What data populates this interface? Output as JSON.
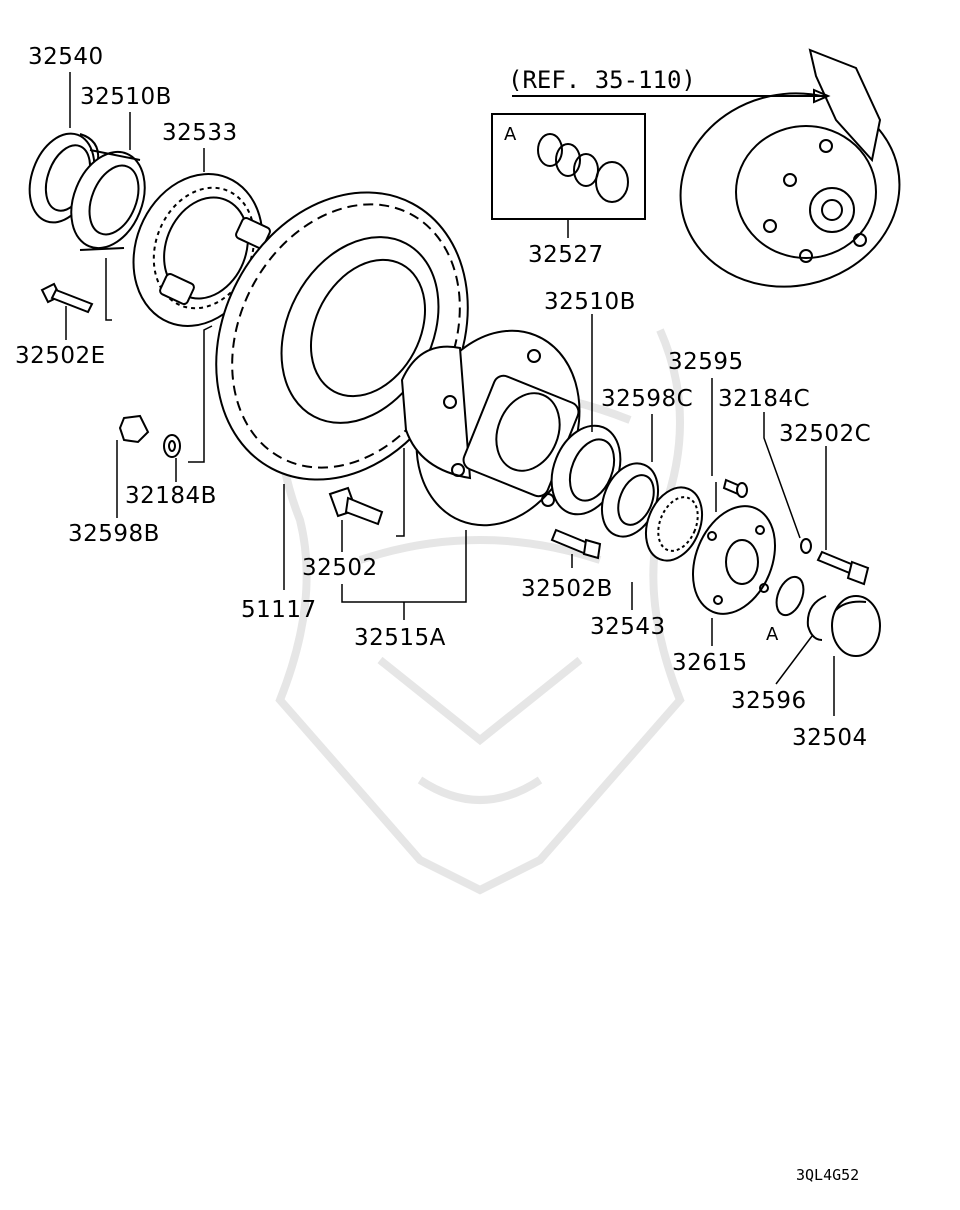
{
  "diagram": {
    "reference_note": "(REF. 35-110)",
    "group_letter": "A",
    "drawing_code": "3QL4G52",
    "part_labels": {
      "p32540": "32540",
      "p32510B_left": "32510B",
      "p32533": "32533",
      "p32502E": "32502E",
      "p32184B": "32184B",
      "p32598B": "32598B",
      "p32527": "32527",
      "p32510B_right": "32510B",
      "p32595": "32595",
      "p32598C": "32598C",
      "p32184C": "32184C",
      "p32502C": "32502C",
      "p32502": "32502",
      "p51117": "51117",
      "p32515A": "32515A",
      "p32502B": "32502B",
      "p32543": "32543",
      "p32615": "32615",
      "p32596": "32596",
      "p32504": "32504"
    }
  }
}
